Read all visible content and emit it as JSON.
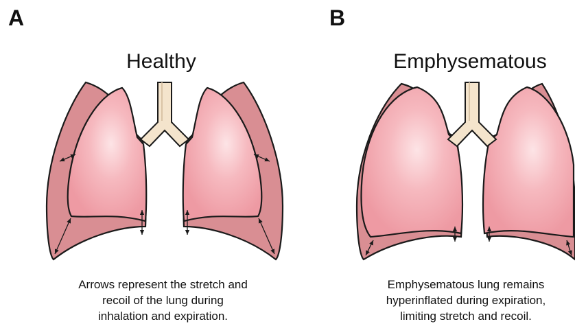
{
  "panels": [
    {
      "letter": "A",
      "title": "Healthy",
      "caption_lines": [
        "Arrows represent the stretch and",
        "recoil of the lung during",
        "inhalation and expiration."
      ]
    },
    {
      "letter": "B",
      "title": "Emphysematous",
      "caption_lines": [
        "Emphysematous lung remains",
        "hyperinflated during expiration,",
        "limiting stretch and recoil."
      ]
    }
  ],
  "colors": {
    "chest_wall": "#d98e93",
    "lung_fill": "#f0a4ac",
    "lung_highlight": "#fbd9dc",
    "trachea": "#f4e4cc",
    "outline": "#1a1a1a"
  },
  "icons": [
    "lung-icon",
    "trachea-icon",
    "double-arrow-icon"
  ]
}
